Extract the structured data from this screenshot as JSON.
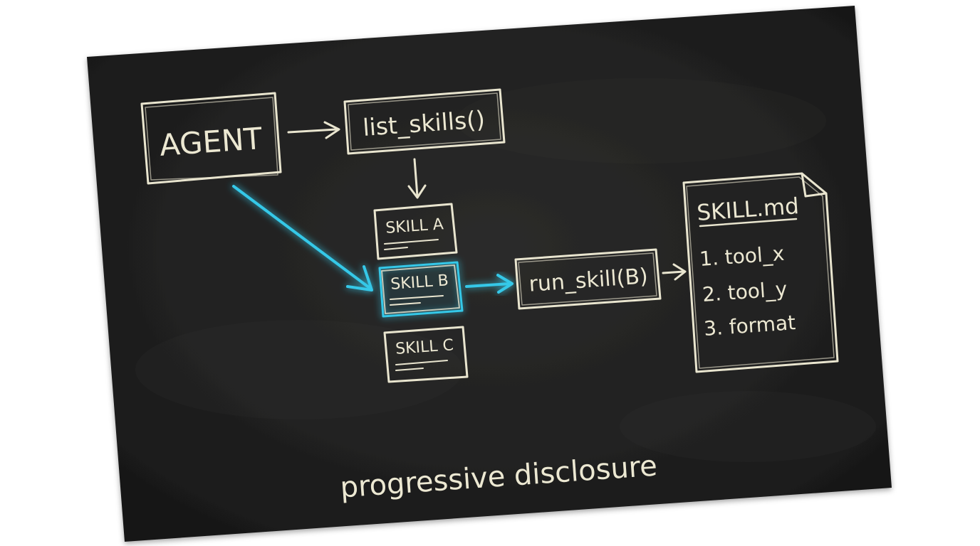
{
  "diagram": {
    "agent_label": "AGENT",
    "list_skills_label": "list_skills()",
    "skills": [
      {
        "label": "SKILL A",
        "highlighted": false
      },
      {
        "label": "SKILL B",
        "highlighted": true
      },
      {
        "label": "SKILL C",
        "highlighted": false
      }
    ],
    "run_skill_label": "run_skill(B)",
    "skill_file": {
      "title": "SKILL.md",
      "steps": [
        "1. tool_x",
        "2. tool_y",
        "3. format"
      ]
    },
    "caption": "progressive disclosure"
  },
  "colors": {
    "board": "#1f1f1f",
    "chalk": "#ece8d2",
    "highlight": "#35c8e8"
  }
}
